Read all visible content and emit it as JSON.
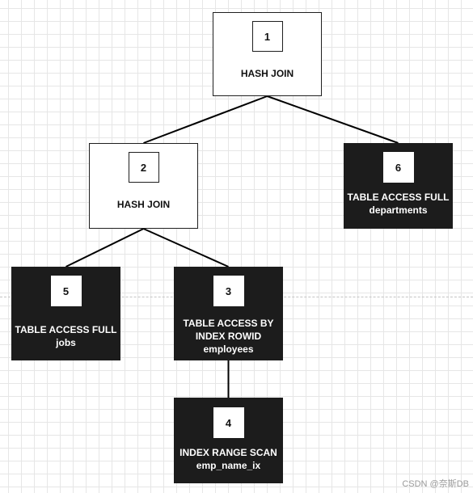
{
  "nodes": [
    {
      "id": "1",
      "label": "HASH JOIN"
    },
    {
      "id": "2",
      "label": "HASH JOIN"
    },
    {
      "id": "3",
      "label": "TABLE ACCESS BY\nINDEX ROWID\nemployees"
    },
    {
      "id": "4",
      "label": "INDEX RANGE SCAN\nemp_name_ix"
    },
    {
      "id": "5",
      "label": "TABLE ACCESS FULL\njobs"
    },
    {
      "id": "6",
      "label": "TABLE ACCESS FULL\ndepartments"
    }
  ],
  "edges": [
    [
      "1",
      "2"
    ],
    [
      "1",
      "6"
    ],
    [
      "2",
      "5"
    ],
    [
      "2",
      "3"
    ],
    [
      "3",
      "4"
    ]
  ],
  "colors": {
    "dark_node": "#1c1c1c",
    "light_node": "#ffffff",
    "edge": "#000000"
  },
  "watermark": "CSDN @奈斯DB"
}
